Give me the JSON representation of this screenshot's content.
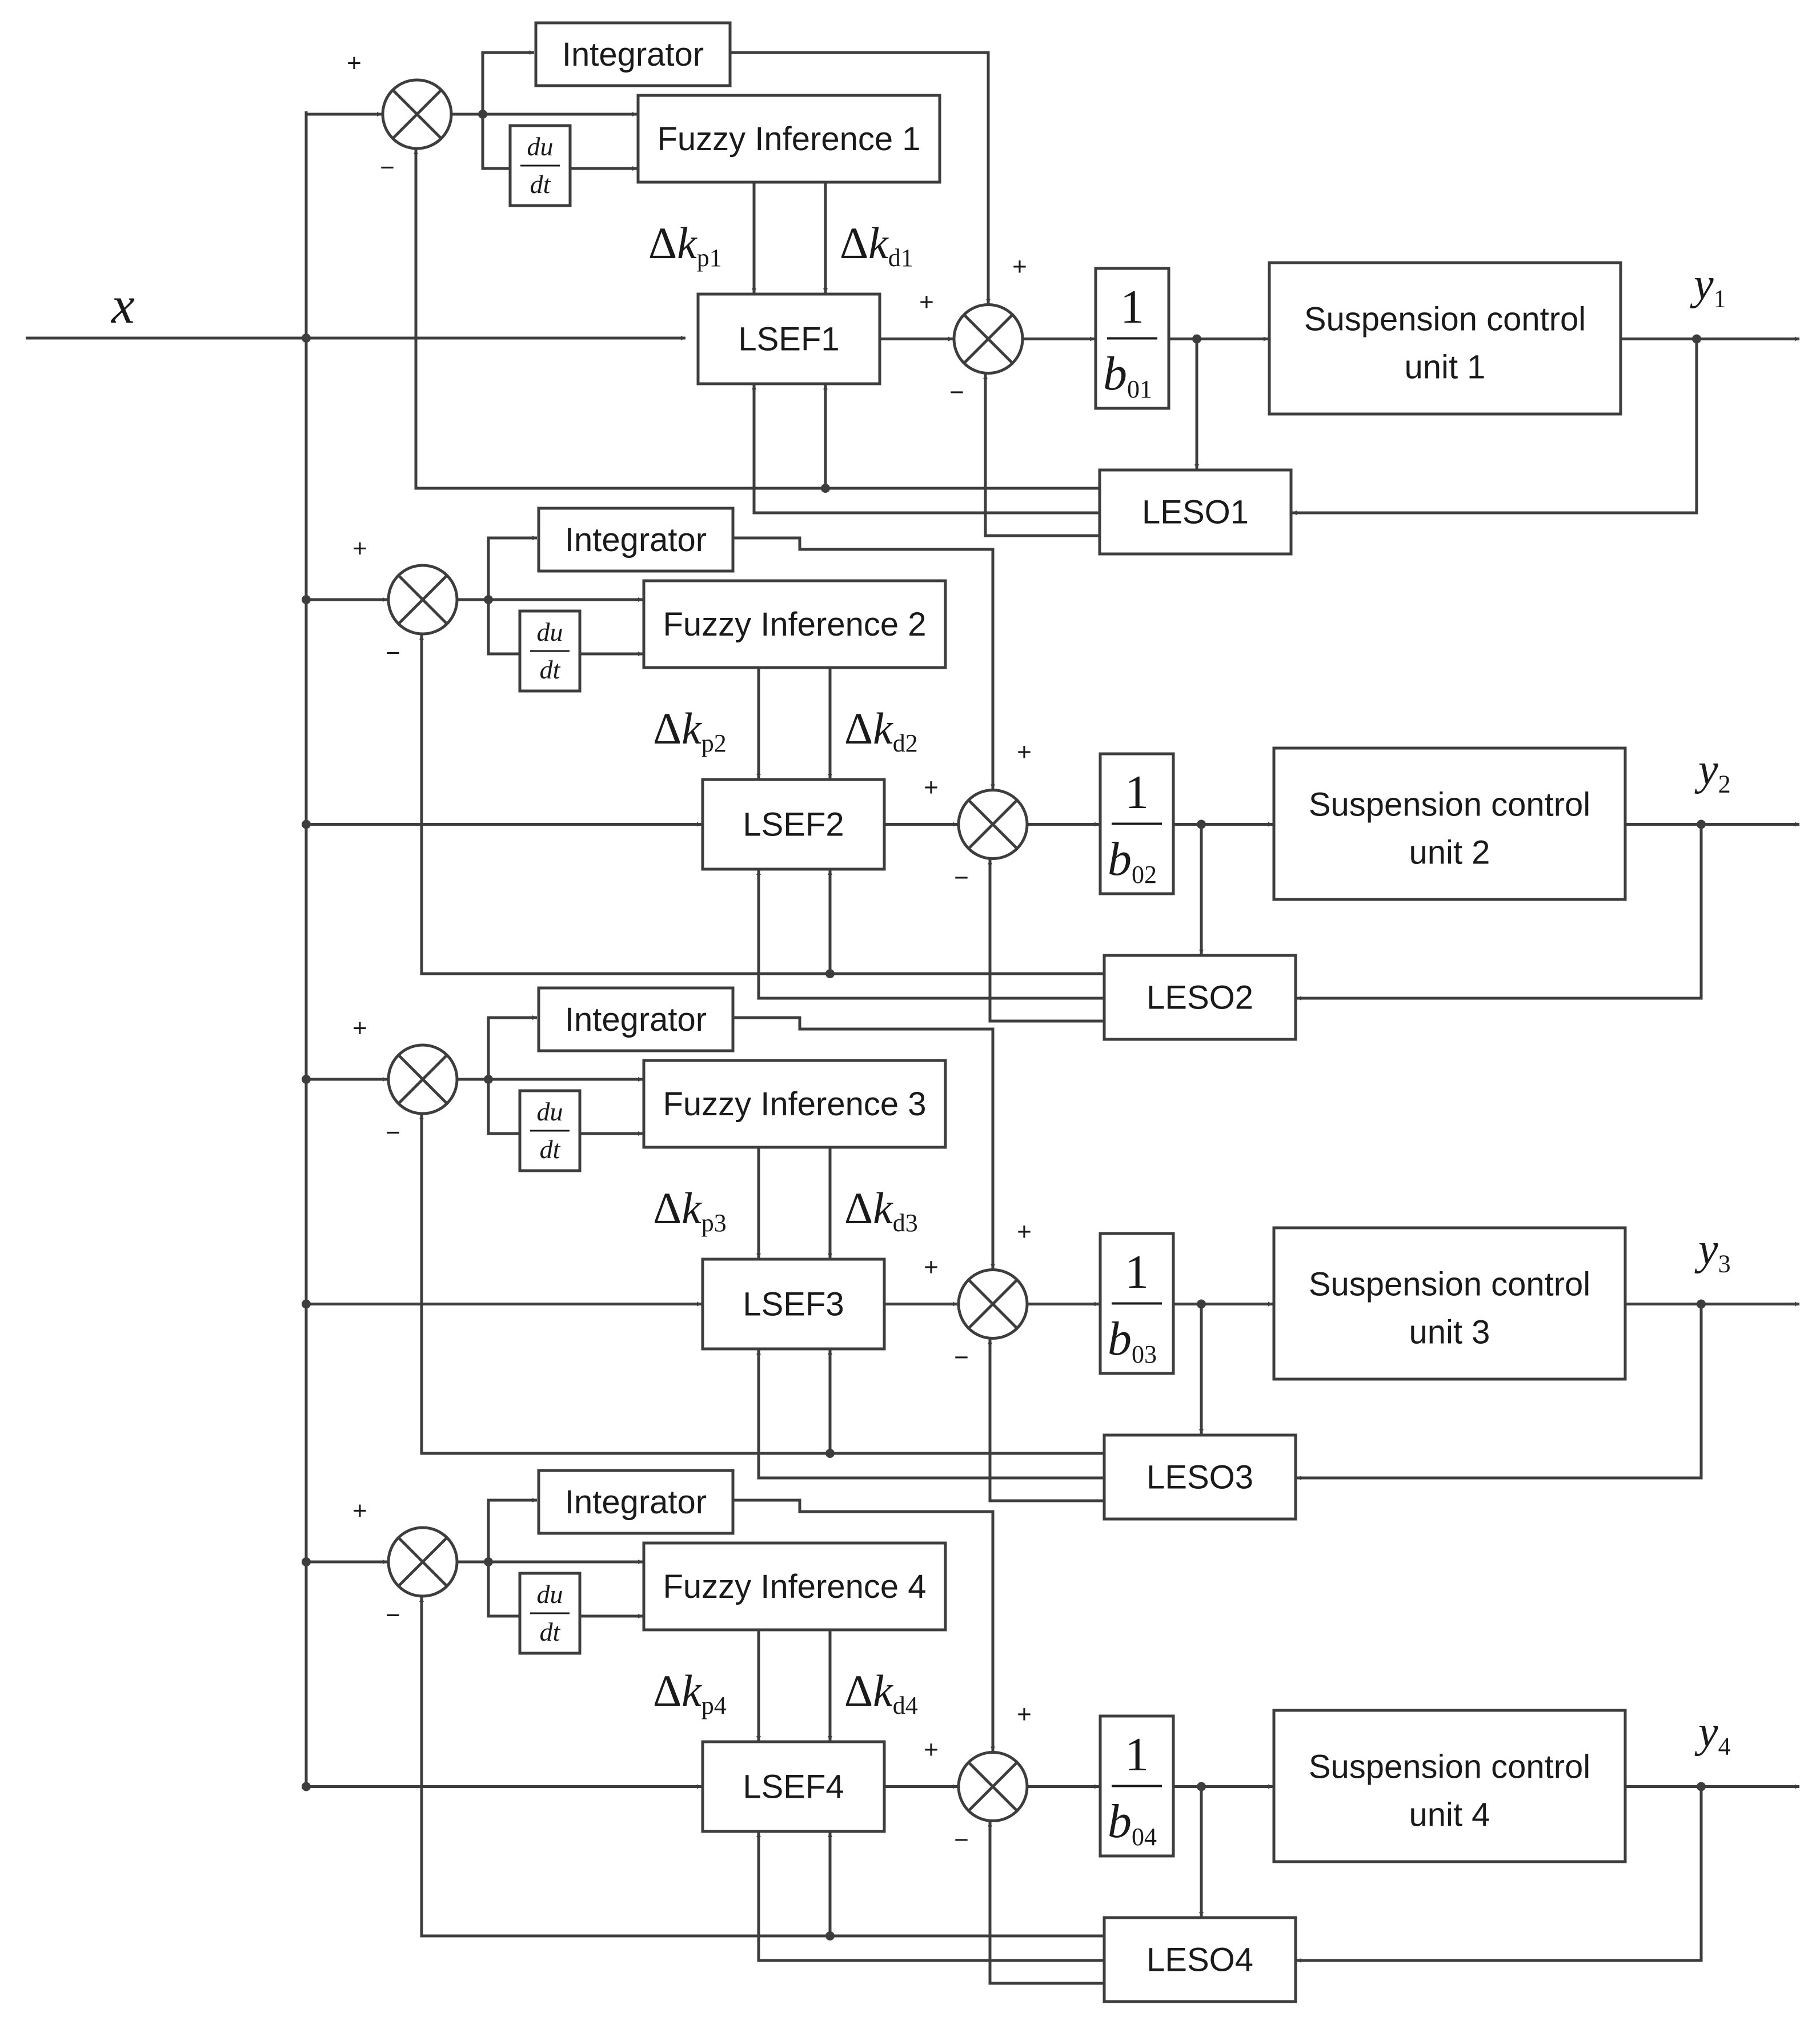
{
  "input": {
    "label": "x"
  },
  "signs": {
    "plus": "+",
    "minus": "−"
  },
  "derivative": {
    "numerator": "du",
    "denominator": "dt"
  },
  "gain": {
    "numerator": "1",
    "symbol": "b"
  },
  "delta": "Δ",
  "kgain": "k",
  "output_symbol": "y",
  "blocks": {
    "integrator_label": "Integrator"
  },
  "channels": [
    {
      "fuzzy_label": "Fuzzy Inference 1",
      "lsef_label": "LSEF1",
      "leso_label": "LESO1",
      "unit_line1": "Suspension control",
      "unit_line2": "unit 1",
      "kp_sub": "p1",
      "kd_sub": "d1",
      "b_sub": "01",
      "y_sub": "1"
    },
    {
      "fuzzy_label": "Fuzzy Inference 2",
      "lsef_label": "LSEF2",
      "leso_label": "LESO2",
      "unit_line1": "Suspension control",
      "unit_line2": "unit 2",
      "kp_sub": "p2",
      "kd_sub": "d2",
      "b_sub": "02",
      "y_sub": "2"
    },
    {
      "fuzzy_label": "Fuzzy Inference 3",
      "lsef_label": "LSEF3",
      "leso_label": "LESO3",
      "unit_line1": "Suspension control",
      "unit_line2": "unit 3",
      "kp_sub": "p3",
      "kd_sub": "d3",
      "b_sub": "03",
      "y_sub": "3"
    },
    {
      "fuzzy_label": "Fuzzy Inference 4",
      "lsef_label": "LSEF4",
      "leso_label": "LESO4",
      "unit_line1": "Suspension control",
      "unit_line2": "unit 4",
      "kp_sub": "p4",
      "kd_sub": "d4",
      "b_sub": "04",
      "y_sub": "4"
    }
  ]
}
